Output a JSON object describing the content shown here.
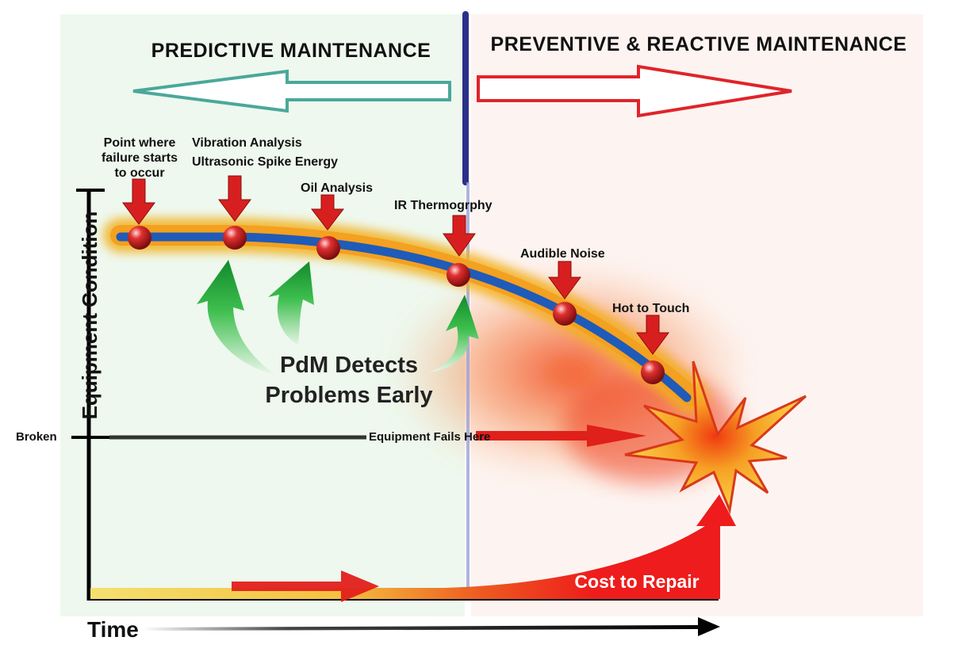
{
  "headers": {
    "predictive": "PREDICTIVE MAINTENANCE",
    "preventive": "PREVENTIVE & REACTIVE MAINTENANCE"
  },
  "axes": {
    "y_label": "Equipment Condition",
    "x_label": "Time",
    "broken": "Broken"
  },
  "labels": {
    "failure_start_1": "Point where",
    "failure_start_2": "failure starts",
    "failure_start_3": "to occur",
    "vibration": "Vibration Analysis",
    "ultrasonic": "Ultrasonic Spike Energy",
    "oil": "Oil Analysis",
    "ir": "IR Thermogrphy",
    "noise": "Audible Noise",
    "hot": "Hot to Touch",
    "pdm_1": "PdM Detects",
    "pdm_2": "Problems Early",
    "fails": "Equipment Fails Here",
    "cost": "Cost to Repair"
  },
  "colors": {
    "predictive_bg": "#eef8ee",
    "preventive_bg": "#fdf4f1",
    "predictive_arrow": "#4aa89a",
    "preventive_arrow": "#e0242a",
    "divider": "#2b2f8a",
    "curve": "#1f5bb8",
    "glow": "#f2b01e",
    "marker": "#d81f1f",
    "green_arrow": "#1fa43a"
  }
}
